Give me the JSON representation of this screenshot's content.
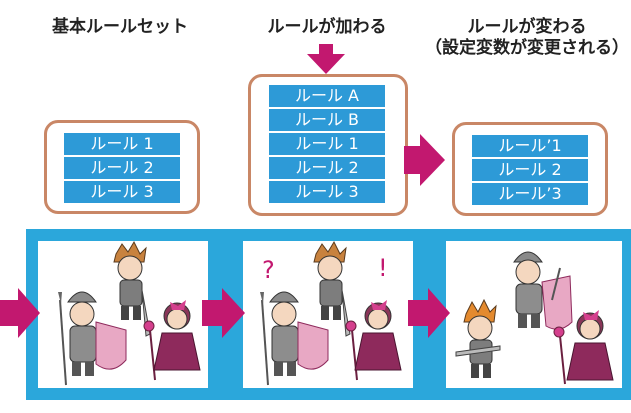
{
  "headings": {
    "base": "基本ルールセット",
    "added": "ルールが加わる",
    "changed_line1": "ルールが変わる",
    "changed_line2": "（設定変数が変更される）"
  },
  "rule_sets": {
    "base": [
      "ルール 1",
      "ルール 2",
      "ルール 3"
    ],
    "added": [
      "ルール A",
      "ルール B",
      "ルール 1",
      "ルール 2",
      "ルール 3"
    ],
    "changed": [
      "ルール’1",
      "ルール 2",
      "ルール’3"
    ]
  },
  "marks": {
    "question": "?",
    "exclamation": "!"
  },
  "colors": {
    "rule_fill": "#2d9ad7",
    "box_border": "#c98766",
    "arrow": "#c2186f",
    "band": "#2ba7db"
  }
}
